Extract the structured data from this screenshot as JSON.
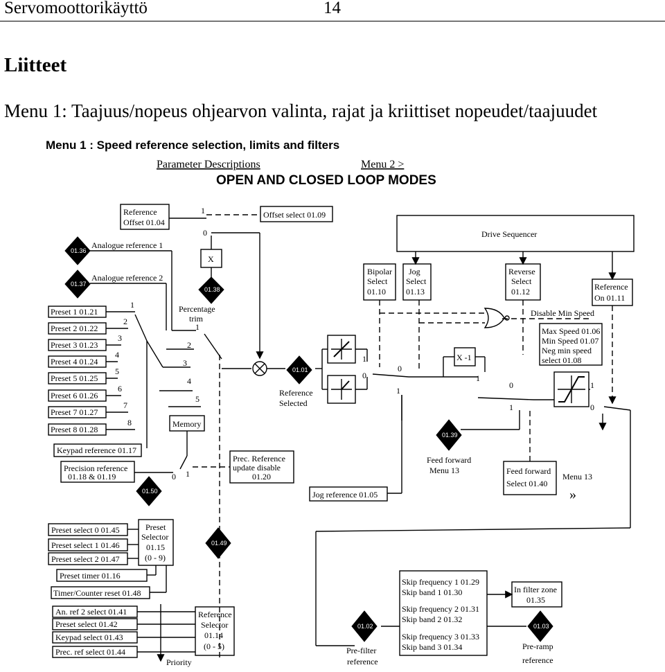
{
  "header": {
    "running_title": "Servomoottorikäyttö",
    "page_number": "14"
  },
  "section_title": "Liitteet",
  "subtitle": "Menu 1: Taajuus/nopeus ohjearvon valinta, rajat ja kriittiset nopeudet/taajuudet",
  "diagram": {
    "title": "Menu 1 : Speed reference selection, limits and filters",
    "link_parameters": "Parameter Descriptions",
    "link_menu2": "Menu 2 >",
    "mode": "OPEN AND CLOSED LOOP MODES",
    "boxes": {
      "ref_offset": [
        "Reference",
        "Offset 01.04"
      ],
      "offset_select": "Offset select 01.09",
      "drive_sequencer": "Drive Sequencer",
      "bipolar": [
        "Bipolar",
        "Select",
        "01.10"
      ],
      "jog": [
        "Jog",
        "Select",
        "01.13"
      ],
      "reverse": [
        "Reverse",
        "Select",
        "01.12"
      ],
      "reference_on": [
        "Reference",
        "On  01.11"
      ],
      "speed_limits": [
        "Max Speed 01.06",
        "Min Speed 01.07",
        "Neg min speed",
        "select 01.08"
      ],
      "keypad_ref": "Keypad reference 01.17",
      "precision_ref": [
        "Precision reference",
        "01.18 & 01.19"
      ],
      "prec_update": [
        "Prec. Reference",
        "update disable",
        "01.20"
      ],
      "memory": "Memory",
      "jog_ref": "Jog reference 01.05",
      "ff_select": [
        "Feed forward",
        "Select  01.40"
      ],
      "preset_selector": [
        "Preset",
        "Selector",
        "01.15",
        "(0 - 9)"
      ],
      "preset_timer": "Preset timer 01.16",
      "timer_reset": "Timer/Counter reset 01.48",
      "reference_selector": [
        "Reference",
        "Selector",
        "01.14",
        "(0 - 5)"
      ],
      "skip": [
        "Skip frequency 1 01.29",
        "Skip band 1        01.30",
        "Skip frequency 2 01.31",
        "Skip band 2        01.32",
        "Skip frequency 3 01.33",
        "Skip band 3        01.34"
      ],
      "filter_zone": [
        "In filter zone",
        "01.35"
      ]
    },
    "presets": [
      "Preset 1  01.21",
      "Preset 2  01.22",
      "Preset 3  01.23",
      "Preset 4  01.24",
      "Preset 5  01.25",
      "Preset 6  01.26",
      "Preset 7  01.27",
      "Preset 8  01.28"
    ],
    "preset_selects": [
      "Preset select 0  01.45",
      "Preset select 1  01.46",
      "Preset select 2  01.47"
    ],
    "ref_selects": [
      "An. ref 2 select 01.41",
      "Preset select      01.42",
      "Keypad select    01.43",
      "Prec. ref  select 01.44"
    ],
    "labels": {
      "analogue1": "Analogue reference 1",
      "analogue2": "Analogue reference 2",
      "pct_trim": [
        "Percentage",
        "trim"
      ],
      "ref_selected": [
        "Reference",
        "Selected"
      ],
      "disable_min": "Disable Min Speed",
      "ff_menu": [
        "Feed forward",
        "Menu 13"
      ],
      "menu13": "Menu 13",
      "menu13_arrow": "»",
      "pre_filter": [
        "Pre-filter",
        "reference"
      ],
      "pre_ramp": [
        "Pre-ramp",
        "reference"
      ],
      "priority": "Priority",
      "mult": "X",
      "neg": "X -1"
    },
    "diamonds": {
      "d0136": "01.36",
      "d0137": "01.37",
      "d0138": "01.38",
      "d0101": "01.01",
      "d0139": "01.39",
      "d0150": "01.50",
      "d0149": "01.49",
      "d0102": "01.02",
      "d0103": "01.03"
    },
    "switch_numbers": {
      "offset": [
        "1",
        "0"
      ],
      "selector": [
        "1",
        "2",
        "3",
        "4",
        "5"
      ],
      "presets": [
        "1",
        "2",
        "3",
        "4",
        "5",
        "6",
        "7",
        "8"
      ],
      "bipolar": [
        "1",
        "0"
      ],
      "jog": [
        "0",
        "1"
      ],
      "reverse": [
        "1",
        "0",
        "1"
      ],
      "out": [
        "1",
        "0"
      ],
      "prec": [
        "0",
        "1"
      ]
    }
  }
}
